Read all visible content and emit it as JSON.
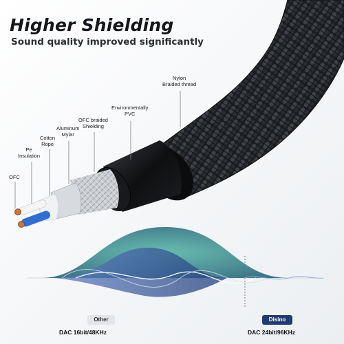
{
  "header": {
    "title": "Higher Shielding",
    "subtitle": "Sound quality improved significantly"
  },
  "layers": [
    {
      "id": "nylon",
      "label": "Nylon\nBraided thread"
    },
    {
      "id": "pvc",
      "label": "Environmentally\nPVC"
    },
    {
      "id": "ofc-shield",
      "label": "OFC braided\nShielding"
    },
    {
      "id": "mylar",
      "label": "Aluminum\nMylar"
    },
    {
      "id": "cotton",
      "label": "Cotton\nRope"
    },
    {
      "id": "pe",
      "label": "Pe\nInsulation"
    },
    {
      "id": "ofc",
      "label": "OFC"
    }
  ],
  "comparison": {
    "other": {
      "badge": "Other",
      "spec": "DAC 16bit/48KHz"
    },
    "disino": {
      "badge": "Disino",
      "spec": "DAC 24bit/96KHz"
    }
  },
  "colors": {
    "braid": "#1b1d20",
    "pvc": "#0d0e10",
    "wave_teal": "#2f8f86",
    "wave_blue": "#3b5b9a",
    "badge_disino": "#203b72"
  }
}
